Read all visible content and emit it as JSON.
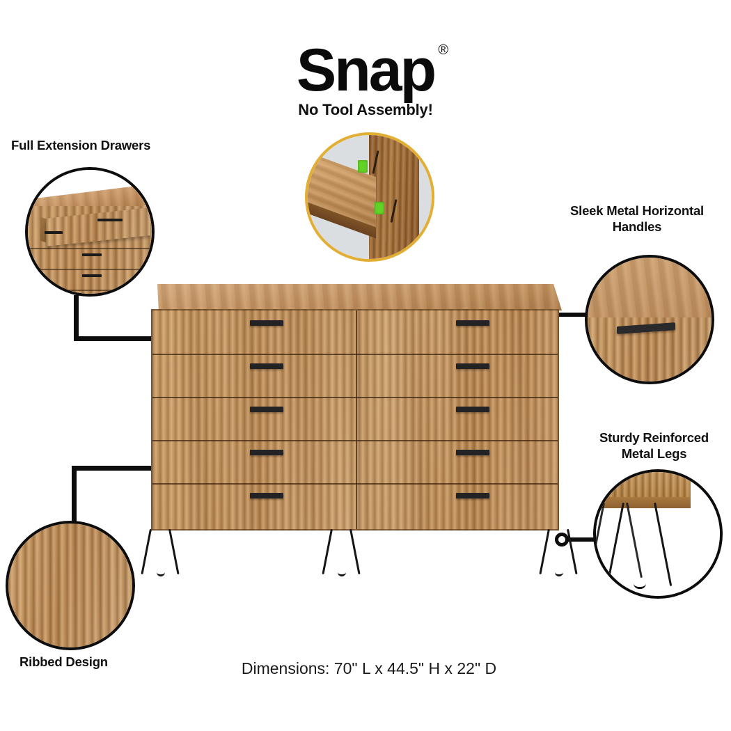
{
  "brand": {
    "name": "Snap",
    "registered_mark": "®",
    "tagline": "No Tool Assembly!"
  },
  "callouts": [
    {
      "id": "full-extension",
      "label": "Full Extension Drawers",
      "icon": "open-drawer-photo-circle",
      "border_color": "#0d0d0d"
    },
    {
      "id": "snap-assembly",
      "label": "",
      "icon": "snap-joint-photo-circle",
      "border_color": "#e3ae34"
    },
    {
      "id": "handles",
      "label": "Sleek Metal Horizontal\nHandles",
      "label_line1": "Sleek Metal Horizontal",
      "label_line2": "Handles",
      "icon": "handle-closeup-photo-circle",
      "border_color": "#0d0d0d"
    },
    {
      "id": "legs",
      "label_line1": "Sturdy Reinforced",
      "label_line2": "Metal Legs",
      "icon": "hairpin-leg-photo-circle",
      "border_color": "#0d0d0d"
    },
    {
      "id": "ribbed",
      "label": "Ribbed Design",
      "icon": "ribbed-wood-photo-circle",
      "border_color": "#0d0d0d"
    }
  ],
  "product": {
    "type": "10-drawer dresser",
    "drawer_rows": 5,
    "drawer_columns": 2,
    "finish": "natural rustic oak",
    "leg_count_visible": 3,
    "dimensions_text": "Dimensions: 70\" L x 44.5\" H x 22\" D",
    "dimensions": {
      "length": "70\" L",
      "height": "44.5\" H",
      "depth": "22\" D"
    }
  },
  "colors": {
    "accent_gold": "#e3ae34",
    "outline_black": "#0d0d0d",
    "wood_light": "#cfa173",
    "wood_mid": "#bb8a55",
    "wood_dark": "#8a5526",
    "hardware_black": "#232325",
    "snap_clip_green": "#62d326",
    "background": "#ffffff"
  }
}
